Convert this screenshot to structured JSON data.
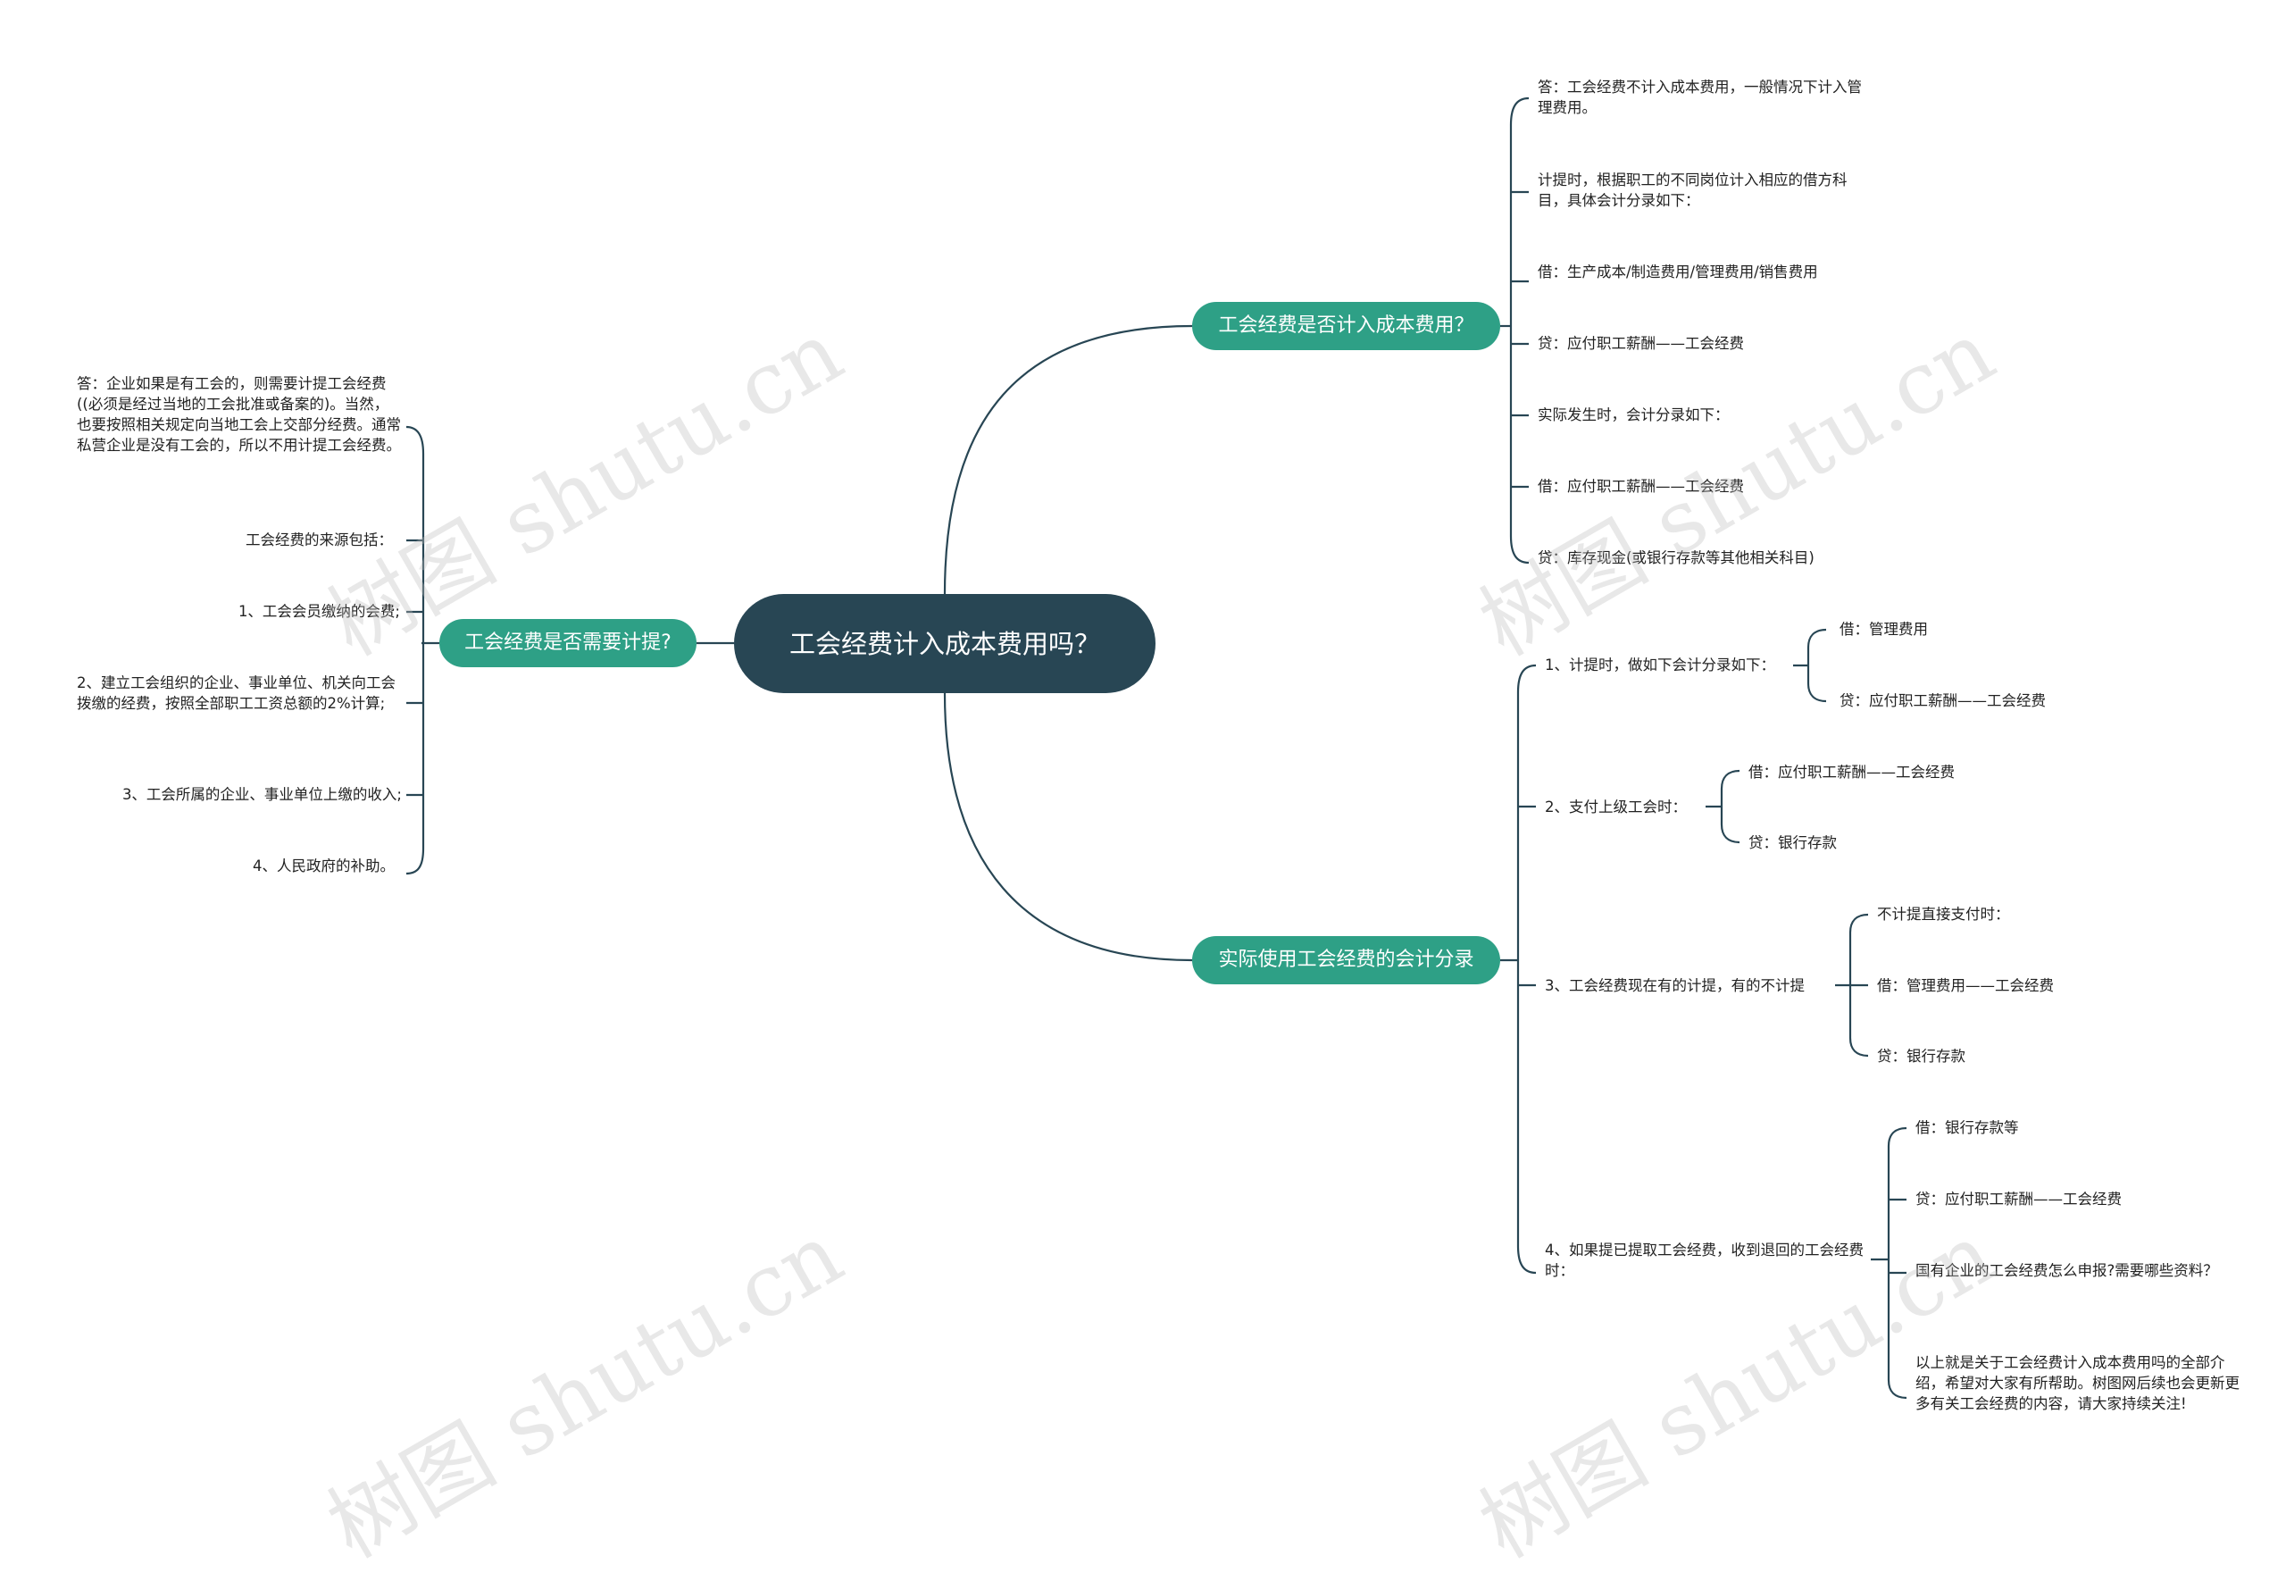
{
  "root": {
    "title": "工会经费计入成本费用吗？"
  },
  "branches": {
    "q1": {
      "label": "工会经费是否计入成本费用？",
      "items": [
        "答：工会经费不计入成本费用，一般情况下计入管理费用。",
        "计提时，根据职工的不同岗位计入相应的借方科目，具体会计分录如下：",
        "借：生产成本/制造费用/管理费用/销售费用",
        "贷：应付职工薪酬——工会经费",
        "实际发生时，会计分录如下：",
        "借：应付职工薪酬——工会经费",
        "贷：库存现金(或银行存款等其他相关科目)"
      ]
    },
    "q2": {
      "label": "实际使用工会经费的会计分录",
      "groups": [
        {
          "label": "1、计提时，做如下会计分录如下：",
          "items": [
            "借：管理费用",
            "贷：应付职工薪酬——工会经费"
          ]
        },
        {
          "label": "2、支付上级工会时：",
          "items": [
            "借：应付职工薪酬——工会经费",
            "贷：银行存款"
          ]
        },
        {
          "label": "3、工会经费现在有的计提，有的不计提",
          "items": [
            "不计提直接支付时：",
            "借：管理费用——工会经费",
            "贷：银行存款"
          ]
        },
        {
          "label": "4、如果提已提取工会经费，收到退回的工会经费时：",
          "items": [
            "借：银行存款等",
            "贷：应付职工薪酬——工会经费",
            "国有企业的工会经费怎么申报?需要哪些资料？",
            "以上就是关于工会经费计入成本费用吗的全部介绍，希望对大家有所帮助。树图网后续也会更新更多有关工会经费的内容，请大家持续关注!"
          ]
        }
      ]
    },
    "q3": {
      "label": "工会经费是否需要计提?",
      "items": [
        "答：企业如果是有工会的，则需要计提工会经费((必须是经过当地的工会批准或备案的)。当然，也要按照相关规定向当地工会上交部分经费。通常私营企业是没有工会的，所以不用计提工会经费。",
        "工会经费的来源包括：",
        "1、工会会员缴纳的会费;",
        "2、建立工会组织的企业、事业单位、机关向工会拨缴的经费，按照全部职工工资总额的2%计算;",
        "3、工会所属的企业、事业单位上缴的收入;",
        "4、人民政府的补助。"
      ]
    }
  },
  "watermark": "树图 shutu.cn",
  "colors": {
    "root": "#284654",
    "branch": "#2ea086",
    "line": "#284654"
  }
}
